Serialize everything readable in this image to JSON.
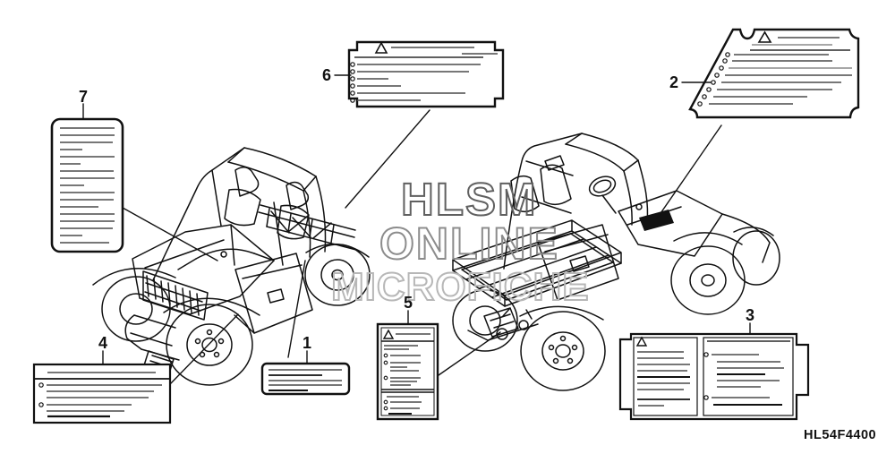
{
  "page": {
    "type": "parts-catalog-diagram",
    "subject": "side-by-side vehicle caution labels",
    "diagram_code": "HL54F4400",
    "background_color": "#ffffff",
    "line_color": "#111111"
  },
  "watermark": {
    "line1": "HLSM",
    "line2": "ONLINE",
    "line3": "MICROFICHE",
    "color_dark": "#606060",
    "color_mid": "#8c8c8c",
    "color_light": "#b7b7b7"
  },
  "callouts": {
    "n1": "1",
    "n2": "2",
    "n3": "3",
    "n4": "4",
    "n5": "5",
    "n6": "6",
    "n7": "7"
  },
  "labels": {
    "label1": {
      "callout": "1",
      "shape": "small rounded rectangle",
      "icon": null
    },
    "label2": {
      "callout": "2",
      "shape": "slant-edged notched plate",
      "icon": "warning-triangle"
    },
    "label3": {
      "callout": "3",
      "shape": "wide two-column tabbed plate",
      "icon": "warning-triangle"
    },
    "label4": {
      "callout": "4",
      "shape": "rectangle with title rule",
      "icon": null
    },
    "label5": {
      "callout": "5",
      "shape": "tall double-border card",
      "icon": "warning-triangle"
    },
    "label6": {
      "callout": "6",
      "shape": "notched rectangle",
      "icon": "warning-triangle"
    },
    "label7": {
      "callout": "7",
      "shape": "tall rounded rectangle",
      "icon": null
    }
  },
  "icons": {
    "warning_triangle": "△"
  }
}
